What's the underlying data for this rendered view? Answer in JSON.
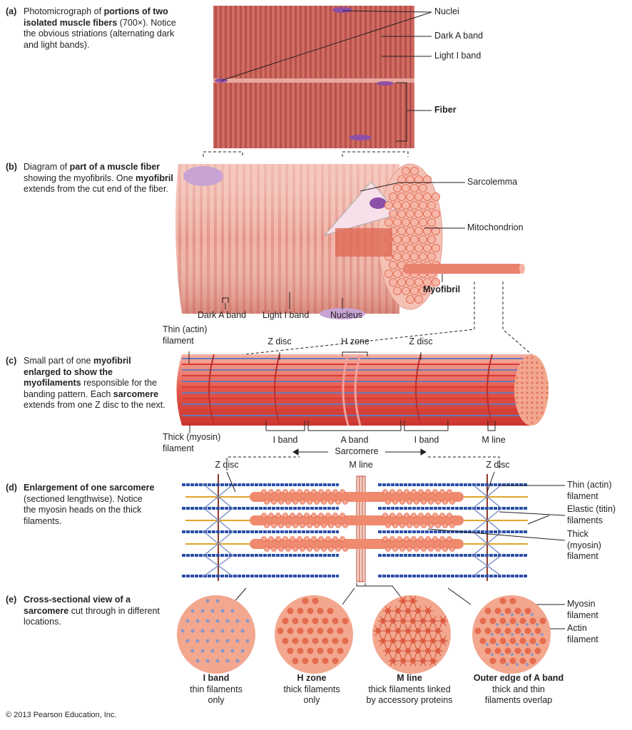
{
  "panel_a": {
    "tag": "(a)",
    "caption": [
      "Photomicrograph of ",
      "portions of two isolated muscle fibers",
      " (700×). Notice the obvious striations (alternating dark and light bands)."
    ],
    "labels": {
      "nuclei": "Nuclei",
      "dark_a_band": "Dark A band",
      "light_i_band": "Light I band",
      "fiber": "Fiber"
    }
  },
  "panel_b": {
    "tag": "(b)",
    "caption": [
      "Diagram of ",
      "part of a muscle fiber",
      " showing the myofibrils. One ",
      "myofibril",
      " extends from the cut end of the fiber."
    ],
    "labels": {
      "sarcolemma": "Sarcolemma",
      "mitochondrion": "Mitochondrion",
      "myofibril": "Myofibril",
      "dark_a_band": "Dark A band",
      "light_i_band": "Light I band",
      "nucleus": "Nucleus"
    }
  },
  "panel_c": {
    "tag": "(c)",
    "caption": [
      "Small part of one ",
      "myofibril enlarged to show the myofilaments",
      " responsible for the banding pattern. Each ",
      "sarcomere",
      " extends from one Z disc to the next."
    ],
    "labels": {
      "thin_1": "Thin (actin)",
      "thin_2": "filament",
      "z_disc_left": "Z disc",
      "h_zone": "H zone",
      "z_disc_right": "Z disc",
      "thick_1": "Thick (myosin)",
      "thick_2": "filament",
      "i_band_left": "I band",
      "a_band": "A band",
      "i_band_right": "I band",
      "m_line": "M line",
      "sarcomere": "Sarcomere"
    }
  },
  "panel_d": {
    "tag": "(d)",
    "caption": [
      "Enlargement of one sarcomere",
      " (sectioned lengthwise). Notice the myosin heads on the thick filaments."
    ],
    "labels": {
      "z_disc_left": "Z disc",
      "m_line": "M line",
      "z_disc_right": "Z disc",
      "thin_1": "Thin (actin)",
      "thin_2": "filament",
      "elastic_1": "Elastic (titin)",
      "elastic_2": "filaments",
      "thick_1": "Thick",
      "thick_2": "(myosin)",
      "thick_3": "filament"
    }
  },
  "panel_e": {
    "tag": "(e)",
    "caption": [
      "Cross-sectional view of a sarcomere",
      " cut through in different locations."
    ],
    "labels": {
      "myosin_1": "Myosin",
      "myosin_2": "filament",
      "actin_1": "Actin",
      "actin_2": "filament"
    },
    "sections": [
      {
        "title": "I band",
        "desc1": "thin filaments",
        "desc2": "only"
      },
      {
        "title": "H zone",
        "desc1": "thick filaments",
        "desc2": "only"
      },
      {
        "title": "M line",
        "desc1": "thick filaments linked",
        "desc2": "by accessory proteins"
      },
      {
        "title": "Outer edge of A band",
        "desc1": "thick and thin",
        "desc2": "filaments overlap"
      }
    ]
  },
  "copyright": "© 2013 Pearson Education, Inc.",
  "colors": {
    "muscle": "#c9655c",
    "nucleus": "#8e4fa6",
    "actin": "#2b4fa8",
    "titin": "#e0a52a",
    "myosin": "#f08a6e",
    "cross": "#f2a78e"
  }
}
